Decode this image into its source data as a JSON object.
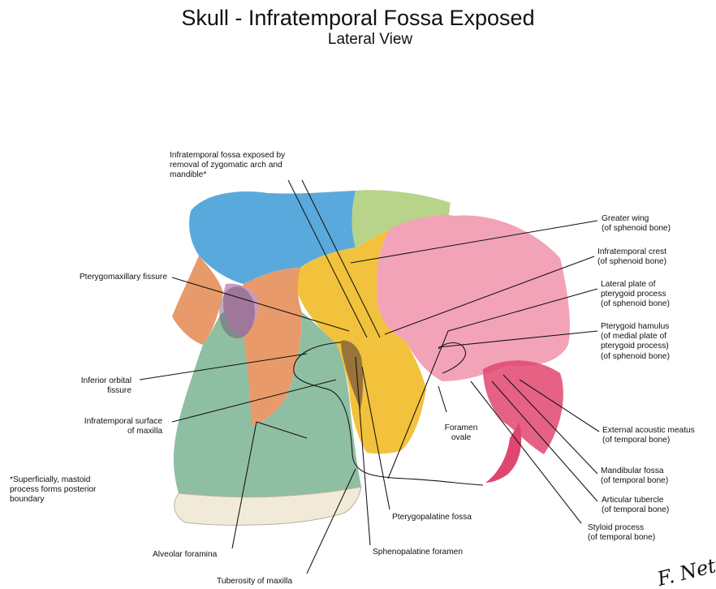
{
  "title": "Skull - Infratemporal Fossa Exposed",
  "subtitle": "Lateral View",
  "labels": {
    "infratemporal_fossa": "Infratemporal fossa exposed by\nremoval of zygomatic arch and\nmandible*",
    "pterygomaxillary_fissure": "Pterygomaxillary fissure",
    "inferior_orbital_fissure": "Inferior orbital\nfissure",
    "infratemporal_surface_maxilla": "Infratemporal surface\nof maxilla",
    "mastoid_note": "*Superficially, mastoid\nprocess forms posterior\nboundary",
    "alveolar_foramina": "Alveolar foramina",
    "tuberosity_maxilla": "Tuberosity of maxilla",
    "sphenopalatine_foramen": "Sphenopalatine foramen",
    "pterygopalatine_fossa": "Pterygopalatine fossa",
    "foramen_ovale": "Foramen\novale",
    "greater_wing": "Greater wing\n(of sphenoid bone)",
    "infratemporal_crest": "Infratemporal crest\n(of sphenoid bone)",
    "lateral_plate": "Lateral plate of\npterygoid process\n(of sphenoid bone)",
    "pterygoid_hamulus": "Pterygoid hamulus\n(of medial plate of\npterygoid process)\n(of sphenoid bone)",
    "external_acoustic_meatus": "External acoustic meatus\n(of temporal bone)",
    "mandibular_fossa": "Mandibular fossa\n(of temporal bone)",
    "articular_tubercle": "Articular tubercle\n(of temporal bone)",
    "styloid_process": "Styloid process\n(of temporal bone)"
  },
  "signature": "F. Netter M.D.",
  "colors": {
    "frontal": "#5aa9dc",
    "parietal": "#b8d48a",
    "sphenoid": "#f2c23c",
    "temporal": "#f3a3b8",
    "temporal_deep": "#e0476e",
    "zygomatic": "#e89a6a",
    "maxilla": "#8fbfa3",
    "palatine": "#c89bc4",
    "teeth": "#f1ead8"
  }
}
